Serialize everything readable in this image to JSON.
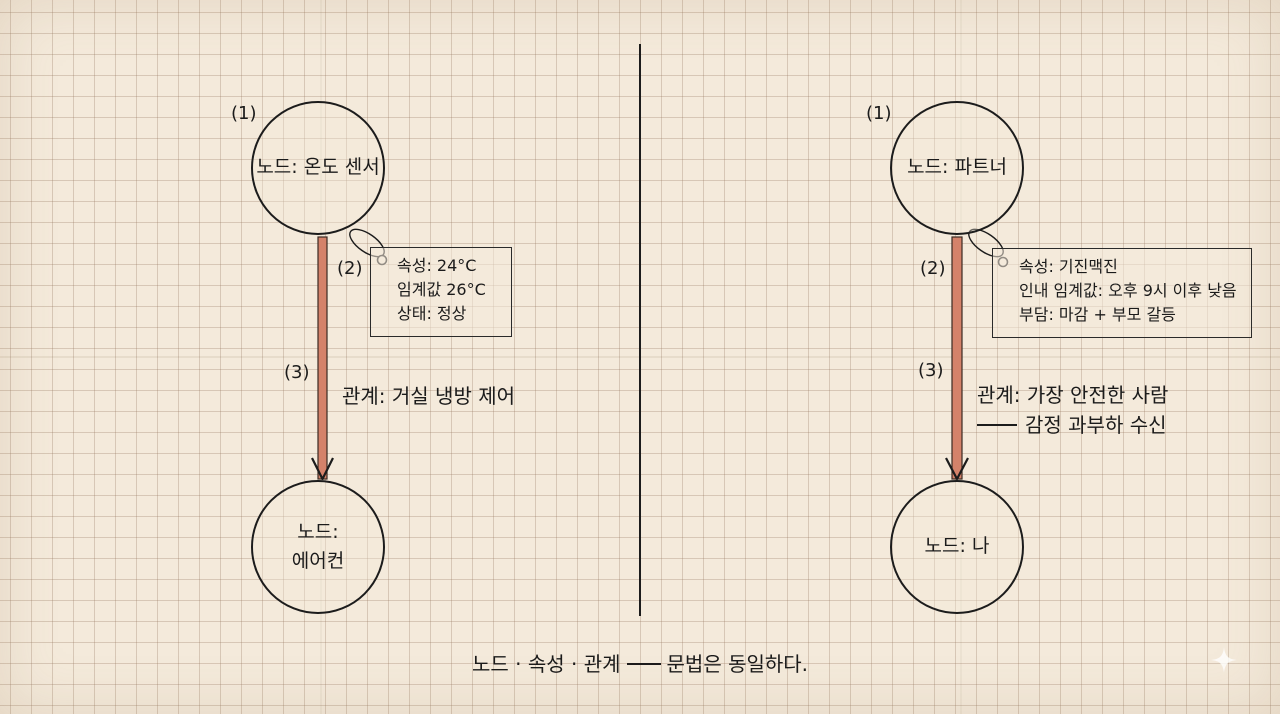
{
  "colors": {
    "paper": "#f4eadb",
    "grid": "#b39a83",
    "ink": "#1c1c1c",
    "edge_fill": "#d4826a"
  },
  "left": {
    "source": {
      "marker": "(1)",
      "label": "노드: 온도 센서"
    },
    "attributes": {
      "marker": "(2)",
      "lines": [
        "속성: 24°C",
        "임계값 26°C",
        "상태: 정상"
      ]
    },
    "relation": {
      "marker": "(3)",
      "lines": [
        "관계: 거실 냉방 제어"
      ]
    },
    "target": {
      "label": "노드:\n에어컨"
    }
  },
  "right": {
    "source": {
      "marker": "(1)",
      "label": "노드: 파트너"
    },
    "attributes": {
      "marker": "(2)",
      "lines": [
        "속성: 기진맥진",
        "인내 임계값: 오후 9시 이후 낮음",
        "부담: 마감 + 부모 갈등"
      ]
    },
    "relation": {
      "marker": "(3)",
      "lines": [
        "관계: 가장 안전한 사람",
        "감정 과부하 수신"
      ]
    },
    "target": {
      "label": "노드: 나"
    }
  },
  "caption": {
    "left_part": "노드 · 속성 · 관계",
    "right_part": "문법은 동일하다."
  },
  "icons": {
    "corner": "sparkle-icon",
    "connector": "loop-connector-icon"
  }
}
